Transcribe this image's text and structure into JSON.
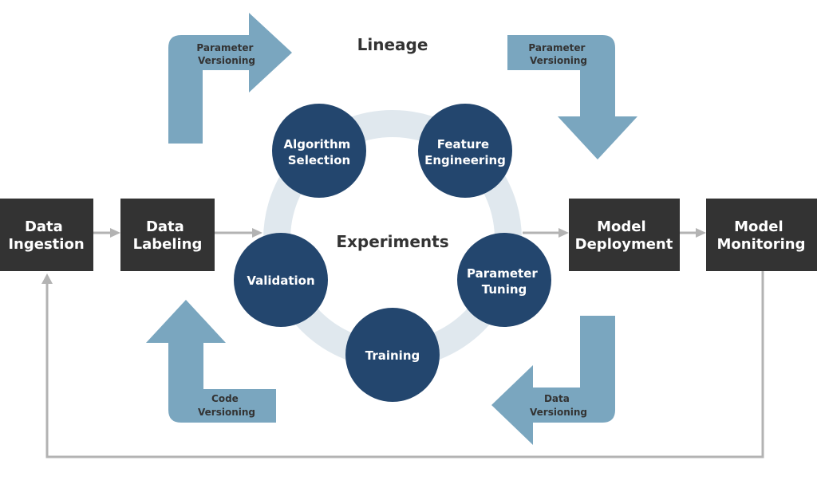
{
  "title": "Lineage",
  "center": "Experiments",
  "stages": {
    "ingestion": [
      "Data",
      "Ingestion"
    ],
    "labeling": [
      "Data",
      "Labeling"
    ],
    "deployment": [
      "Model",
      "Deployment"
    ],
    "monitoring": [
      "Model",
      "Monitoring"
    ]
  },
  "cycle": {
    "algorithm": [
      "Algorithm",
      "Selection"
    ],
    "feature": [
      "Feature",
      "Engineering"
    ],
    "tuning": [
      "Parameter",
      "Tuning"
    ],
    "training": [
      "Training"
    ],
    "validation": [
      "Validation"
    ]
  },
  "arrows": {
    "param_left": [
      "Parameter",
      "Versioning"
    ],
    "param_right": [
      "Parameter",
      "Versioning"
    ],
    "code": [
      "Code",
      "Versioning"
    ],
    "data": [
      "Data",
      "Versioning"
    ]
  },
  "colors": {
    "box": "#333333",
    "circle": "#23466e",
    "arrow": "#7aa6bf",
    "ring": "#e0e8ee",
    "line": "#b3b3b3",
    "text_dark": "#333333",
    "text_light": "#ffffff"
  }
}
